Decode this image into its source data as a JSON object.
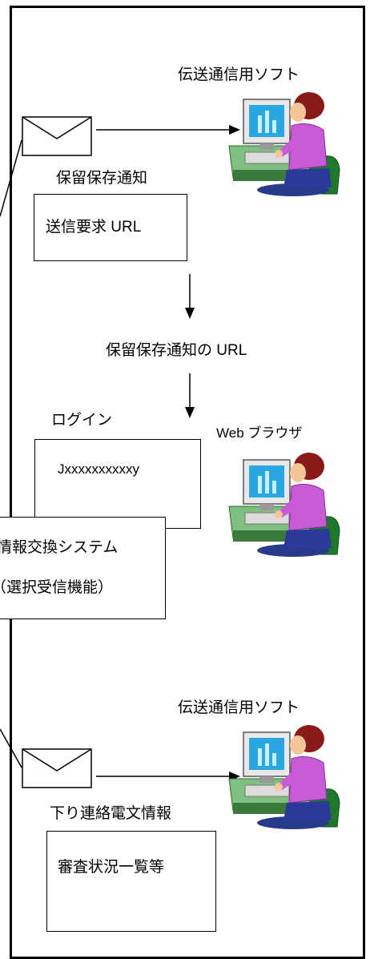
{
  "top_section": {
    "software_label": "伝送通信用ソフト",
    "notice_label": "保留保存通知",
    "notice_box_text": "送信要求 URL",
    "url_label": "保留保存通知の URL"
  },
  "middle_section": {
    "login_label": "ログイン",
    "login_box_text": "Jxxxxxxxxxxy",
    "browser_label": "Web ブラウザ",
    "system_name": "情報交換システム",
    "system_subtitle": "（選択受信機能）"
  },
  "bottom_section": {
    "software_label": "伝送通信用ソフト",
    "downlink_label": "下り連絡電文情報",
    "downlink_box_text": "審査状況一覧等"
  },
  "icons": [
    "envelope-icon",
    "computer-user-icon",
    "arrow-right-icon",
    "arrow-down-icon"
  ]
}
